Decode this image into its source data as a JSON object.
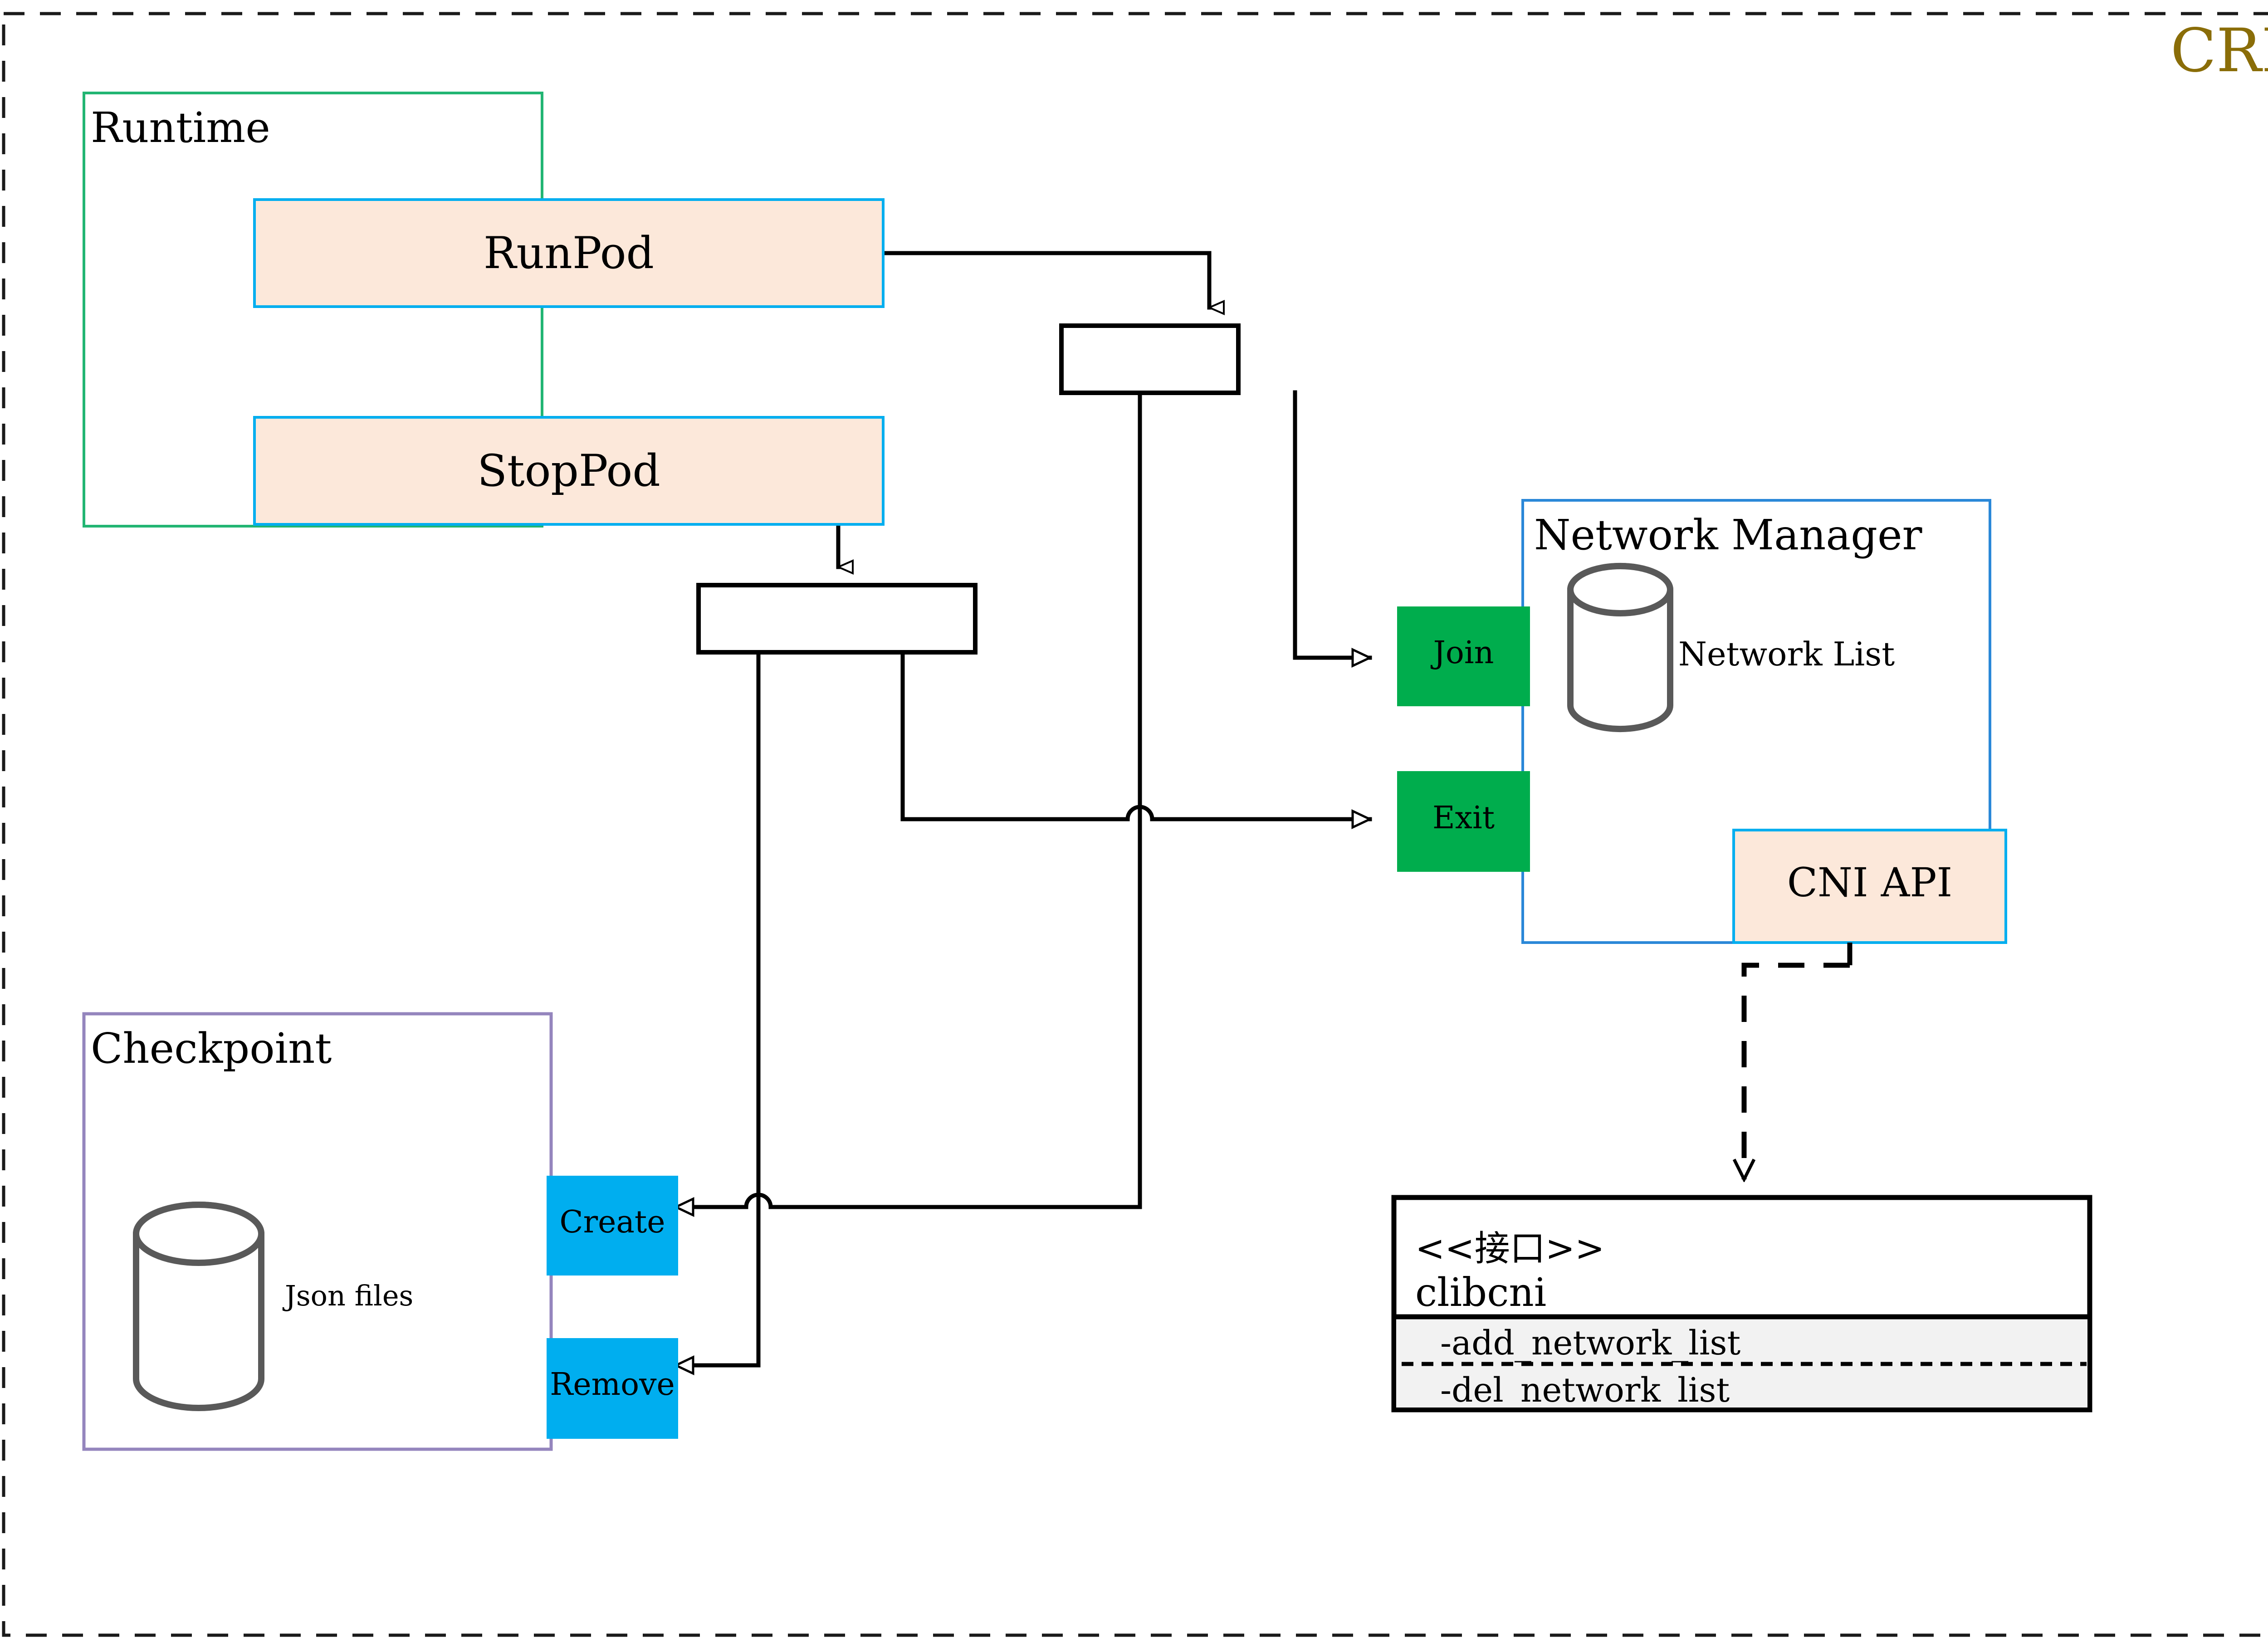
{
  "diagram": {
    "title": "CRI",
    "title_color": "#8a6d08",
    "outer_border": "dashed",
    "palette": {
      "peach_fill": "#fce8da",
      "cyan_border": "#00aeef",
      "green_border": "#22b573",
      "purple_border": "#9485bd",
      "green_fill": "#00ad4d",
      "cyan_fill": "#00aeef",
      "line": "#000000",
      "method_panel": "#f2f2f2",
      "cylinder_stroke": "#595959"
    },
    "packages": [
      {
        "id": "runtime",
        "label": "Runtime",
        "border": "#22b573"
      },
      {
        "id": "checkpoint",
        "label": "Checkpoint",
        "border": "#9485bd"
      },
      {
        "id": "netmgr",
        "label": "Network Manager",
        "border": "#2b88d8"
      }
    ],
    "operations": [
      {
        "id": "runpod",
        "label": "RunPod",
        "style": "peach"
      },
      {
        "id": "stoppod",
        "label": "StopPod",
        "style": "peach"
      },
      {
        "id": "cniapi",
        "label": "CNI API",
        "style": "peach"
      },
      {
        "id": "join",
        "label": "Join",
        "style": "green"
      },
      {
        "id": "exit",
        "label": "Exit",
        "style": "green"
      },
      {
        "id": "create",
        "label": "Create",
        "style": "cyan"
      },
      {
        "id": "remove",
        "label": "Remove",
        "style": "cyan"
      }
    ],
    "datastores": [
      {
        "id": "network-list",
        "label": "Network List"
      },
      {
        "id": "json-files",
        "label": "Json files"
      }
    ],
    "interface": {
      "stereotype": "<<接口>>",
      "name": "clibcni",
      "methods": [
        "-add_network_list",
        "-del_network_list"
      ]
    },
    "forks": [
      {
        "id": "fork-top",
        "inputs": 1,
        "outputs": 2
      },
      {
        "id": "fork-bottom",
        "inputs": 1,
        "outputs": 2
      }
    ]
  }
}
